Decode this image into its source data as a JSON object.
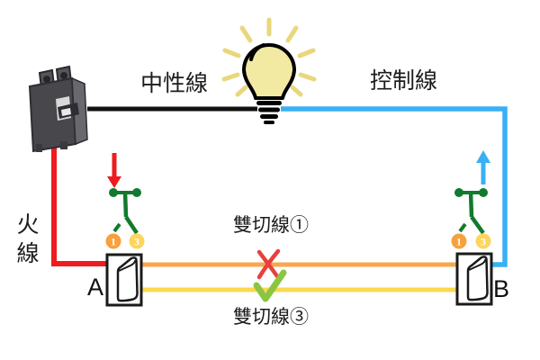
{
  "labels": {
    "neutral": "中性線",
    "control": "控制線",
    "live": "火線",
    "switch_a": "A",
    "switch_b": "B",
    "traveler1": "雙切線①",
    "traveler3": "雙切線③"
  },
  "badges": {
    "a1": "1",
    "a3": "3",
    "b1": "1",
    "b3": "3"
  },
  "colors": {
    "wire-black": "#111111",
    "wire-red": "#ee1b1f",
    "wire-blue": "#38b0f4",
    "wire-orange": "#f6a750",
    "wire-yellow": "#fbd84f",
    "symbol-green": "#127a2e",
    "check-green": "#8bc541",
    "cross-red": "#e8413c",
    "badge-1": "#f6a13e",
    "badge-3": "#fdd55c",
    "bulb-fill": "#f2e9a2",
    "bulb-ray": "#e9d77d",
    "text": "#1c1c1c"
  }
}
